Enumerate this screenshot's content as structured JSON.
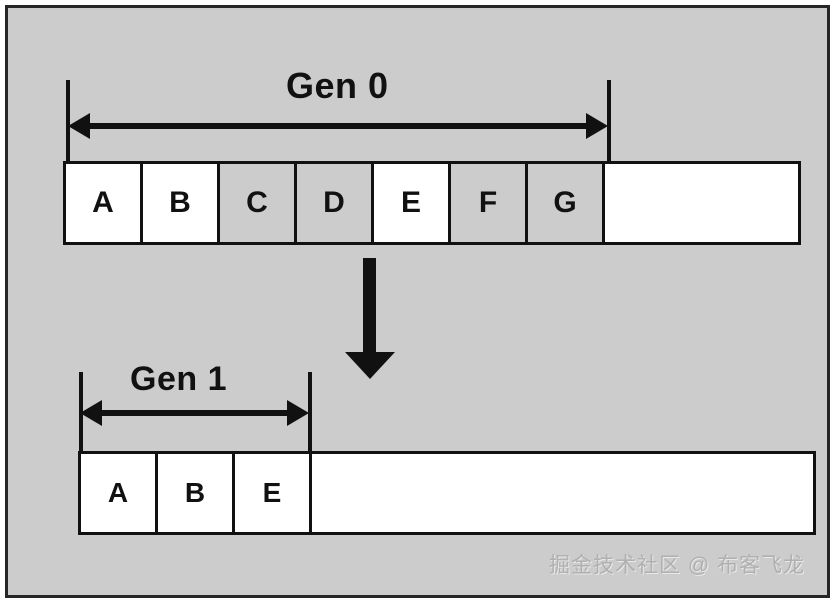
{
  "canvas": {
    "background_color": "#cccccc",
    "frame_color": "#262626"
  },
  "diagram": {
    "title_gen0": "Gen 0",
    "title_gen1": "Gen 1"
  },
  "gen0": {
    "label": "Gen 0",
    "span_arrow": "double-headed-horizontal-arrow",
    "cells": [
      {
        "label": "A",
        "state": "live"
      },
      {
        "label": "B",
        "state": "live"
      },
      {
        "label": "C",
        "state": "garbage"
      },
      {
        "label": "D",
        "state": "garbage"
      },
      {
        "label": "E",
        "state": "live"
      },
      {
        "label": "F",
        "state": "garbage"
      },
      {
        "label": "G",
        "state": "garbage"
      }
    ],
    "free_space_label": ""
  },
  "flow": {
    "arrow": "down-arrow"
  },
  "gen1": {
    "label": "Gen 1",
    "span_arrow": "double-headed-horizontal-arrow",
    "cells": [
      {
        "label": "A",
        "state": "live"
      },
      {
        "label": "B",
        "state": "live"
      },
      {
        "label": "E",
        "state": "live"
      }
    ],
    "free_space_label": ""
  },
  "watermark": {
    "text": "掘金技术社区 @ 布客飞龙"
  },
  "colors": {
    "live_cell": "#ffffff",
    "garbage_cell": "#cccccc",
    "stroke": "#111111",
    "background": "#cccccc"
  }
}
